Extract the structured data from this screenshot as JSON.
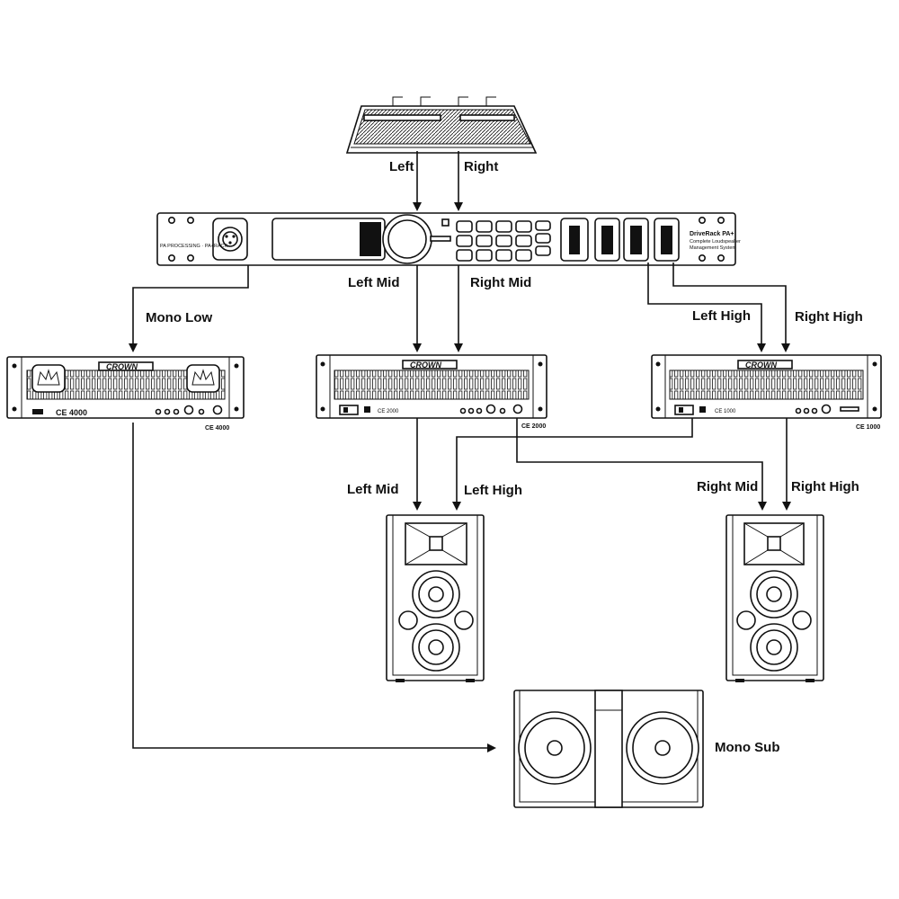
{
  "connections": {
    "console_left": "Left",
    "console_right": "Right",
    "left_mid": "Left Mid",
    "right_mid": "Right Mid",
    "mono_low": "Mono Low",
    "left_high": "Left High",
    "right_high": "Right High",
    "spk_left_mid": "Left Mid",
    "spk_left_high": "Left High",
    "spk_right_mid": "Right Mid",
    "spk_right_high": "Right High",
    "mono_sub": "Mono Sub"
  },
  "processor": {
    "brand": "DriveRack PA+",
    "subtitle_line1": "Complete Loudspeaker",
    "subtitle_line2": "Management System",
    "small_text": "PA PROCESSING · PA+RACK"
  },
  "amplifiers": {
    "left": {
      "front_label": "CE 4000",
      "tag": "CE 4000",
      "brand": "CROWN"
    },
    "center": {
      "front_label": "CE 2000",
      "tag": "CE 2000",
      "brand": "CROWN"
    },
    "right": {
      "front_label": "CE 1000",
      "tag": "CE 1000",
      "brand": "CROWN"
    }
  },
  "colors": {
    "line": "#111111",
    "background": "#ffffff"
  }
}
